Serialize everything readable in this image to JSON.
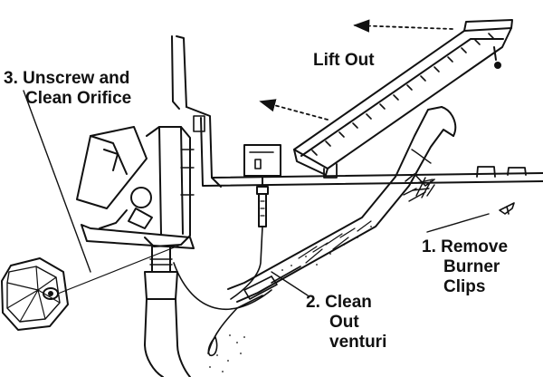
{
  "callouts": {
    "lift_out": "Lift Out",
    "step3_line1": "3. Unscrew and",
    "step3_line2": "Clean Orifice",
    "step2_line1": "2. Clean",
    "step2_line2": "Out",
    "step2_line3": "venturi",
    "step1_line1": "1. Remove",
    "step1_line2": "Burner",
    "step1_line3": "Clips"
  },
  "colors": {
    "ink": "#111111",
    "background": "#ffffff"
  },
  "icons": {
    "orifice": "hex-orifice-icon",
    "burner": "burner-icon",
    "clip": "burner-clip-icon",
    "pilot": "pilot-assembly-icon",
    "valve": "gas-valve-icon"
  }
}
